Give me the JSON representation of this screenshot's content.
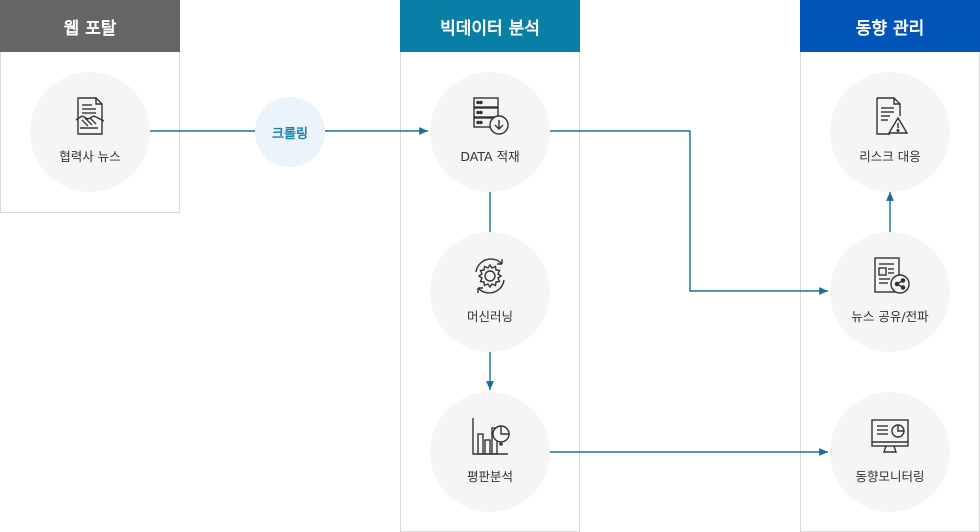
{
  "colors": {
    "web_portal_header": "#666666",
    "bigdata_header": "#0a7fa6",
    "trend_header": "#0356b8",
    "connector": "#1a6e9a",
    "icon_stroke": "#333333"
  },
  "panels": {
    "web_portal": {
      "title": "웹 포탈"
    },
    "bigdata": {
      "title": "빅데이터 분석"
    },
    "trend": {
      "title": "동향 관리"
    }
  },
  "nodes": {
    "partner_news": {
      "label": "협력사 뉴스",
      "icon": "handshake-document-icon"
    },
    "data_storage": {
      "label": "DATA 적재",
      "icon": "server-download-icon"
    },
    "machine_learning": {
      "label": "머신러닝",
      "icon": "gear-cycle-icon"
    },
    "reputation_analysis": {
      "label": "평판분석",
      "icon": "bar-pie-chart-icon"
    },
    "risk_response": {
      "label": "리스크 대응",
      "icon": "document-warning-icon"
    },
    "news_sharing": {
      "label": "뉴스 공유/전파",
      "icon": "document-share-icon"
    },
    "trend_monitoring": {
      "label": "동향모니터링",
      "icon": "monitor-chart-icon"
    }
  },
  "edges": {
    "crawling": {
      "label": "크롤링"
    }
  }
}
